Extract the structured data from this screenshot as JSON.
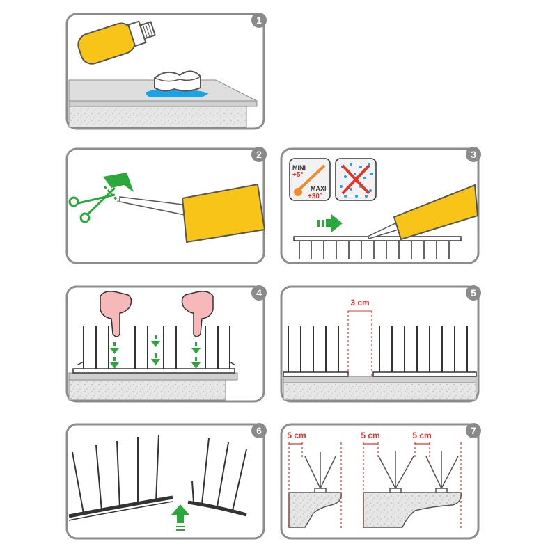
{
  "colors": {
    "panel_stroke": "#8c8c8c",
    "badge": "#8a8a8a",
    "yellow": "#f7c417",
    "green": "#2aa83a",
    "red": "#e2342b",
    "blue": "#1fa3e0",
    "skin": "#f6b8b8",
    "concrete": "#e6e6e6"
  },
  "steps": [
    {
      "number": "1",
      "icon": "cleaning-bottle-and-sponge"
    },
    {
      "number": "2",
      "icon": "scissors-cutting-glue-nozzle"
    },
    {
      "number": "3",
      "icon": "apply-glue-to-spike-base"
    },
    {
      "number": "4",
      "icon": "hands-pressing-spikes"
    },
    {
      "number": "5",
      "icon": "spacing-gap"
    },
    {
      "number": "6",
      "icon": "bend-strip"
    },
    {
      "number": "7",
      "icon": "edge-spacing"
    }
  ],
  "step3": {
    "temp_min_label": "MINI",
    "temp_min_value": "+5°",
    "temp_max_label": "MAXI",
    "temp_max_value": "+30°"
  },
  "step5": {
    "gap_label": "3 cm"
  },
  "step7": {
    "edge_label_1": "5 cm",
    "edge_label_2": "5 cm",
    "edge_label_3": "5 cm"
  }
}
